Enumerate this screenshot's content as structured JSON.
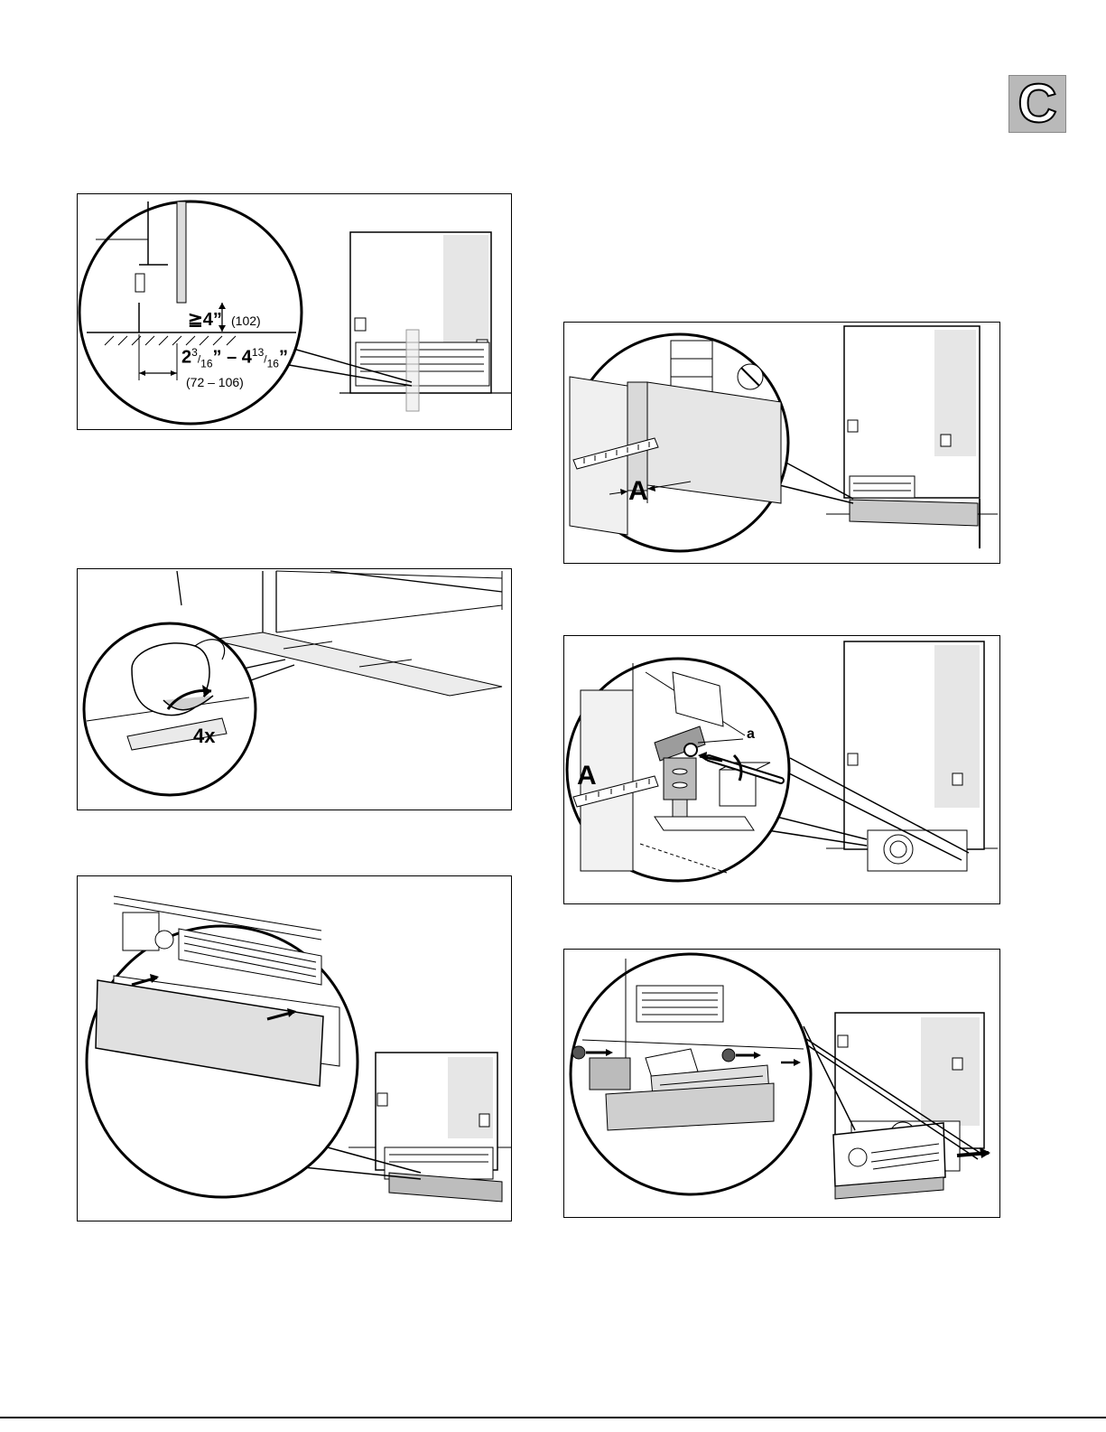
{
  "badge": {
    "letter": "C"
  },
  "fig1": {
    "height_symbol": "≧",
    "height_value": "4",
    "height_inch": "”",
    "height_mm": "(102)",
    "dim_whole_1": "2",
    "dim_num_1": "3",
    "dim_den_1": "16",
    "dim_inch_1": "”",
    "dim_dash": "–",
    "dim_whole_2": "4",
    "dim_num_2": "13",
    "dim_den_2": "16",
    "dim_inch_2": "”",
    "dim_mm": "(72 – 106)"
  },
  "fig2": {
    "count_label": "4x"
  },
  "fig4": {
    "dimension_label": "A"
  },
  "fig5": {
    "dimension_label": "A",
    "part_label": "a"
  }
}
